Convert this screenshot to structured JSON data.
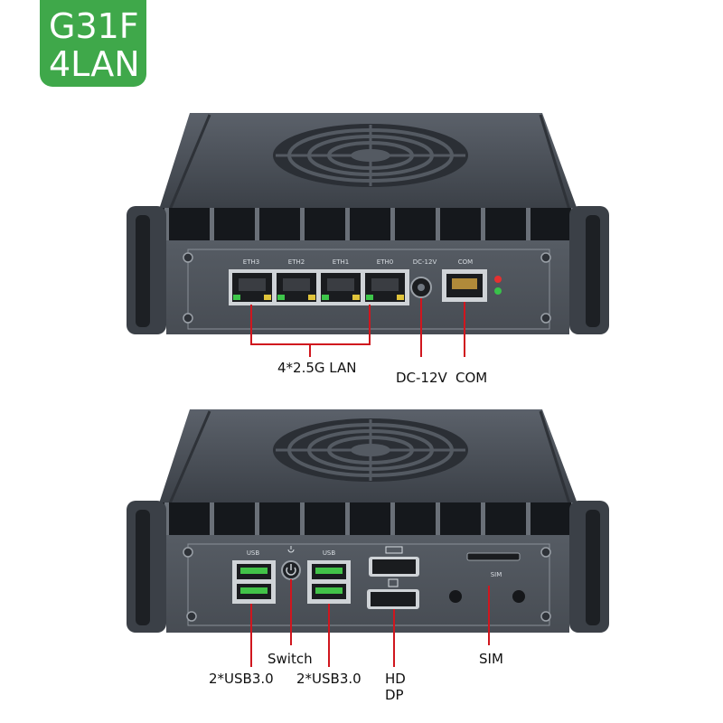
{
  "badge": {
    "line1": "G31F",
    "line2": "4LAN"
  },
  "top_unit": {
    "port_labels": [
      "ETH3",
      "ETH2",
      "ETH1",
      "ETH0",
      "DC-12V",
      "COM"
    ],
    "callouts": {
      "lan": "4*2.5G LAN",
      "dc": "DC-12V",
      "com": "COM"
    }
  },
  "bottom_unit": {
    "port_labels": {
      "usb_left": "USB",
      "usb_right": "USB",
      "sim": "SIM"
    },
    "callouts": {
      "switch": "Switch",
      "usb_left": "2*USB3.0",
      "usb_right": "2*USB3.0",
      "hd": "HD",
      "dp": "DP",
      "sim": "SIM"
    }
  },
  "colors": {
    "badge": "#3fa84a",
    "callout_line": "#d0161e",
    "chassis": "#4a5058",
    "led_red": "#e53030",
    "led_green": "#39c24a"
  }
}
